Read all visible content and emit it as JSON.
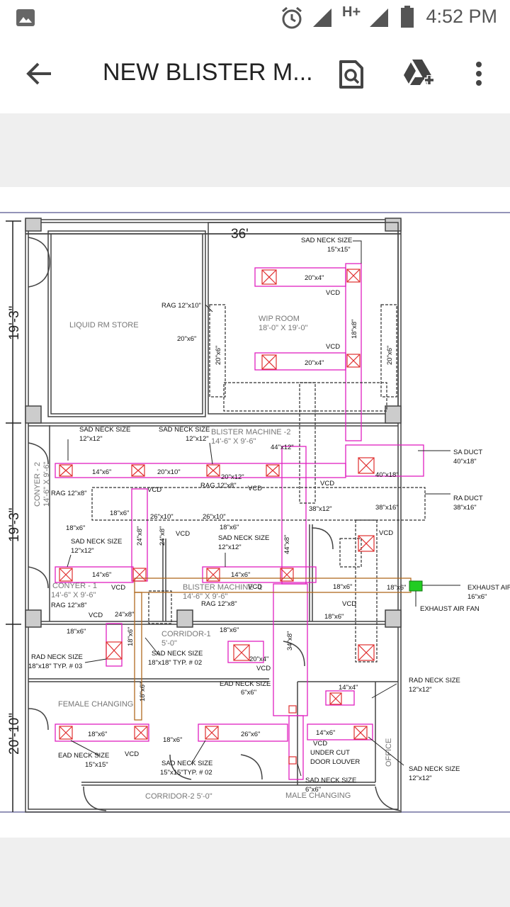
{
  "status_bar": {
    "network": "H+",
    "time": "4:52 PM"
  },
  "app_bar": {
    "title": "NEW BLISTER M..."
  },
  "drawing": {
    "dim_width": "36'",
    "dim_left_top": "19'-3\"",
    "dim_left_mid": "19'-3\"",
    "dim_left_bottom": "20'-10\"",
    "rooms": {
      "liquid_store": "LIQUID  RM  STORE",
      "wip_room": "WIP  ROOM",
      "wip_room_size": "18'-0\"  X  19'-0\"",
      "blister_machine_2": "BLISTER  MACHINE  -2",
      "blister_machine_2_size": "14'-6\"  X  9'-6\"",
      "blister_machine_1": "BLISTER  MACHINE  -1",
      "blister_machine_1_size": "14'-6\"  X  9'-6\"",
      "conyer_2": "CONYER  -  2",
      "conyer_2_size": "14'-6\"  X  9'-6\"",
      "conyer_1": "CONYER  -  1",
      "conyer_1_size": "14'-6\"  X  9'-6\"",
      "corridor_1": "CORRIDOR-1",
      "corridor_1_size": "5'-0\"",
      "female_changing": "FEMALE  CHANGING",
      "corridor_2": "CORRIDOR-2  5'-0\"",
      "male_changing": "MALE  CHANGING",
      "office": "OFFICE"
    },
    "labels": {
      "sad_neck_15": "SAD NECK SIZE",
      "sad_neck_15_size": "15\"x15\"",
      "rag_12x10": "RAG 12\"x10\"",
      "d20x6_a": "20\"x6\"",
      "d20x4_a": "20\"x4\"",
      "d20x4_b": "20\"x4\"",
      "vcd": "VCD",
      "sad_neck_12_a": "SAD NECK SIZE",
      "sad_neck_12_a_size": "12\"x12\"",
      "sad_neck_12_b": "SAD NECK SIZE",
      "sad_neck_12_b_size": "12\"x12\"",
      "d44x12": "44\"x12\"",
      "sa_duct": "SA DUCT",
      "sa_duct_size": "40\"x18\"",
      "ra_duct": "RA DUCT",
      "ra_duct_size": "38\"x16\"",
      "d40x18": "40\"x18\"",
      "d38x16": "38\"x16\"",
      "d38x12": "38\"x12\"",
      "d14x6": "14\"x6\"",
      "d20x10": "20\"x10\"",
      "d20x12": "20\"x12\"",
      "rag_12x8_a": "RAG 12\"x8\"",
      "rag_12x8_b": "RAG 12\"x8\"",
      "rag_12x8_c": "RAG 12\"x8\"",
      "d26x10_a": "26\"x10\"",
      "d26x10_b": "26\"x10\"",
      "d18x6": "18\"x6\"",
      "exhaust_air": "EXHAUST AIR",
      "exhaust_air_size": "16\"x6\"",
      "exhaust_air_fan": "EXHAUST AIR FAN",
      "d18x8": "18\"x8\"",
      "d24x8": "24\"x8\"",
      "d44x8": "44\"x8\"",
      "d34x8": "34\"x8\"",
      "rad_neck_18": "RAD NECK SIZE",
      "rad_neck_18_size": "18\"x18\" TYP. # 03",
      "sad_neck_18": "SAD NECK SIZE",
      "sad_neck_18_size": "18\"x18\" TYP. # 02",
      "ead_neck_6": "EAD NECK SIZE",
      "ead_neck_6_size": "6\"x6\"",
      "rad_neck_12": "RAD NECK SIZE",
      "rad_neck_12_size": "12\"x12\"",
      "d14x4": "14\"x4\"",
      "d26x6": "26\"x6\"",
      "ead_neck_15": "EAD NECK SIZE",
      "ead_neck_15_size": "15\"x15\"",
      "sad_neck_15typ": "SAD NECK SIZE",
      "sad_neck_15typ_size": "15\"x15\"TYP. # 02",
      "undercut": "UNDER CUT",
      "door_louver": "DOOR LOUVER",
      "sad_neck_6": "SAD NECK SIZE",
      "sad_neck_6_size": "6\"x6\"",
      "sad_neck_12_c": "SAD NECK SIZE",
      "sad_neck_12_c_size": "12\"x12\""
    }
  },
  "colors": {
    "duct": "#e020c0",
    "ra_duct": "#303030",
    "ea_duct": "#b06a20",
    "fan": "#22cc22",
    "wall": "#333333",
    "symbol": "#e03030"
  }
}
